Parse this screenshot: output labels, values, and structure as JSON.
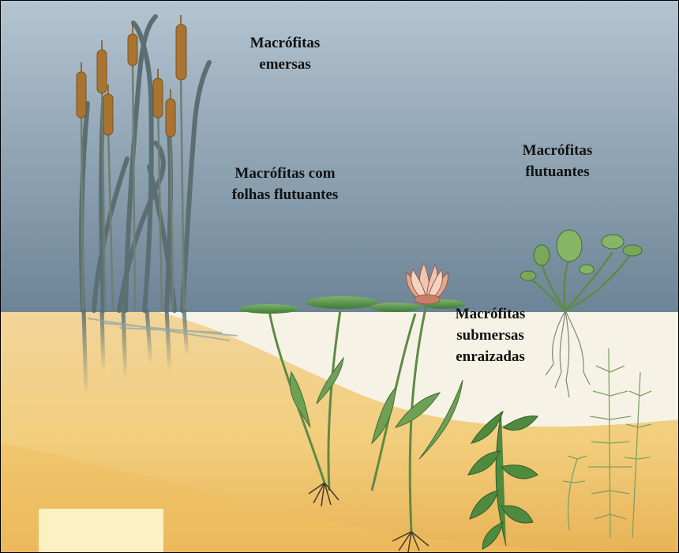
{
  "labels": {
    "emersas": {
      "line1": "Macrófitas",
      "line2": "emersas"
    },
    "folhas": {
      "line1": "Macrófitas com",
      "line2": "folhas flutuantes"
    },
    "flutuantes": {
      "line1": "Macrófitas",
      "line2": "flutuantes"
    },
    "submersas": {
      "line1": "Macrófitas",
      "line2": "submersas",
      "line3": "enraizadas"
    }
  },
  "colors": {
    "sky_top": "#aebfcc",
    "sky_bottom": "#6f8799",
    "water": "#f6f3e6",
    "sediment_light": "#fce9ad",
    "sediment_dark": "#ebbe63",
    "cattail_spike": "#a8742f",
    "reed": "#5b6f73",
    "lily_pad": "#5e9a50",
    "stem_green": "#5e8a45",
    "flower": "#eab9a2"
  }
}
